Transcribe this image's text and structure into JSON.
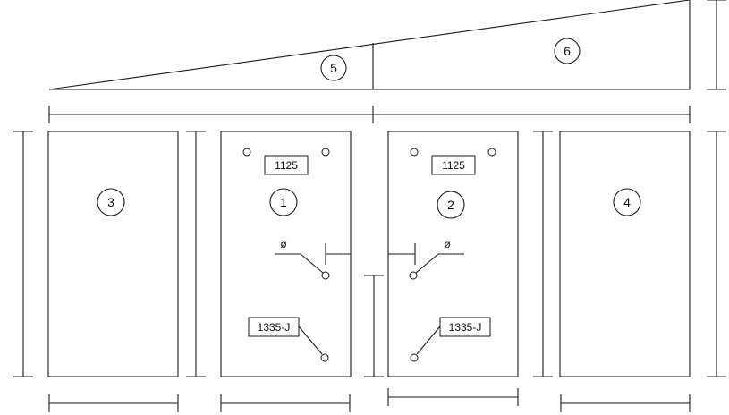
{
  "drawing": {
    "panel_numbers": {
      "p1": "1",
      "p2": "2",
      "p3": "3",
      "p4": "4",
      "p5": "5",
      "p6": "6"
    },
    "labels": {
      "p1_top": "1125",
      "p2_top": "1125",
      "p1_bottom": "1335-J",
      "p2_bottom": "1335-J"
    },
    "symbols": {
      "diameter": "ø"
    },
    "colors": {
      "line": "#1a1a1a",
      "background": "#ffffff"
    }
  }
}
